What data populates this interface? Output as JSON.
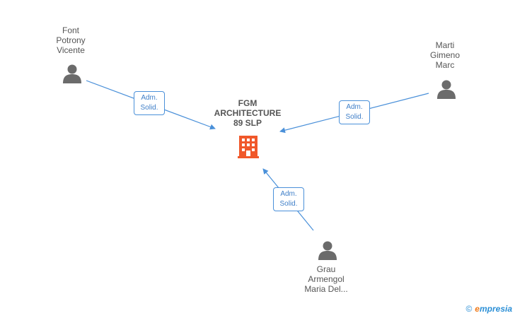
{
  "company": {
    "name_lines": [
      "FGM",
      "ARCHITECTURE",
      "89 SLP"
    ],
    "icon": "building-icon",
    "color": "#f0582a"
  },
  "people": [
    {
      "name_lines": [
        "Font",
        "Potrony",
        "Vicente"
      ],
      "icon": "person-icon"
    },
    {
      "name_lines": [
        "Marti",
        "Gimeno",
        "Marc"
      ],
      "icon": "person-icon"
    },
    {
      "name_lines": [
        "Grau",
        "Armengol",
        "Maria Del..."
      ],
      "icon": "person-icon"
    }
  ],
  "edges": [
    {
      "from": "Font Potrony Vicente",
      "to": "FGM ARCHITECTURE 89 SLP",
      "label_lines": [
        "Adm.",
        "Solid."
      ]
    },
    {
      "from": "Marti Gimeno Marc",
      "to": "FGM ARCHITECTURE 89 SLP",
      "label_lines": [
        "Adm.",
        "Solid."
      ]
    },
    {
      "from": "Grau Armengol Maria Del...",
      "to": "FGM ARCHITECTURE 89 SLP",
      "label_lines": [
        "Adm.",
        "Solid."
      ]
    }
  ],
  "colors": {
    "edge": "#4a90d9",
    "person_icon": "#6b6b6b",
    "brand": "#2b8fd6",
    "brand_accent": "#f07a1a"
  },
  "brand": {
    "copyright": "©",
    "first_letter": "e",
    "rest": "mpresia"
  }
}
